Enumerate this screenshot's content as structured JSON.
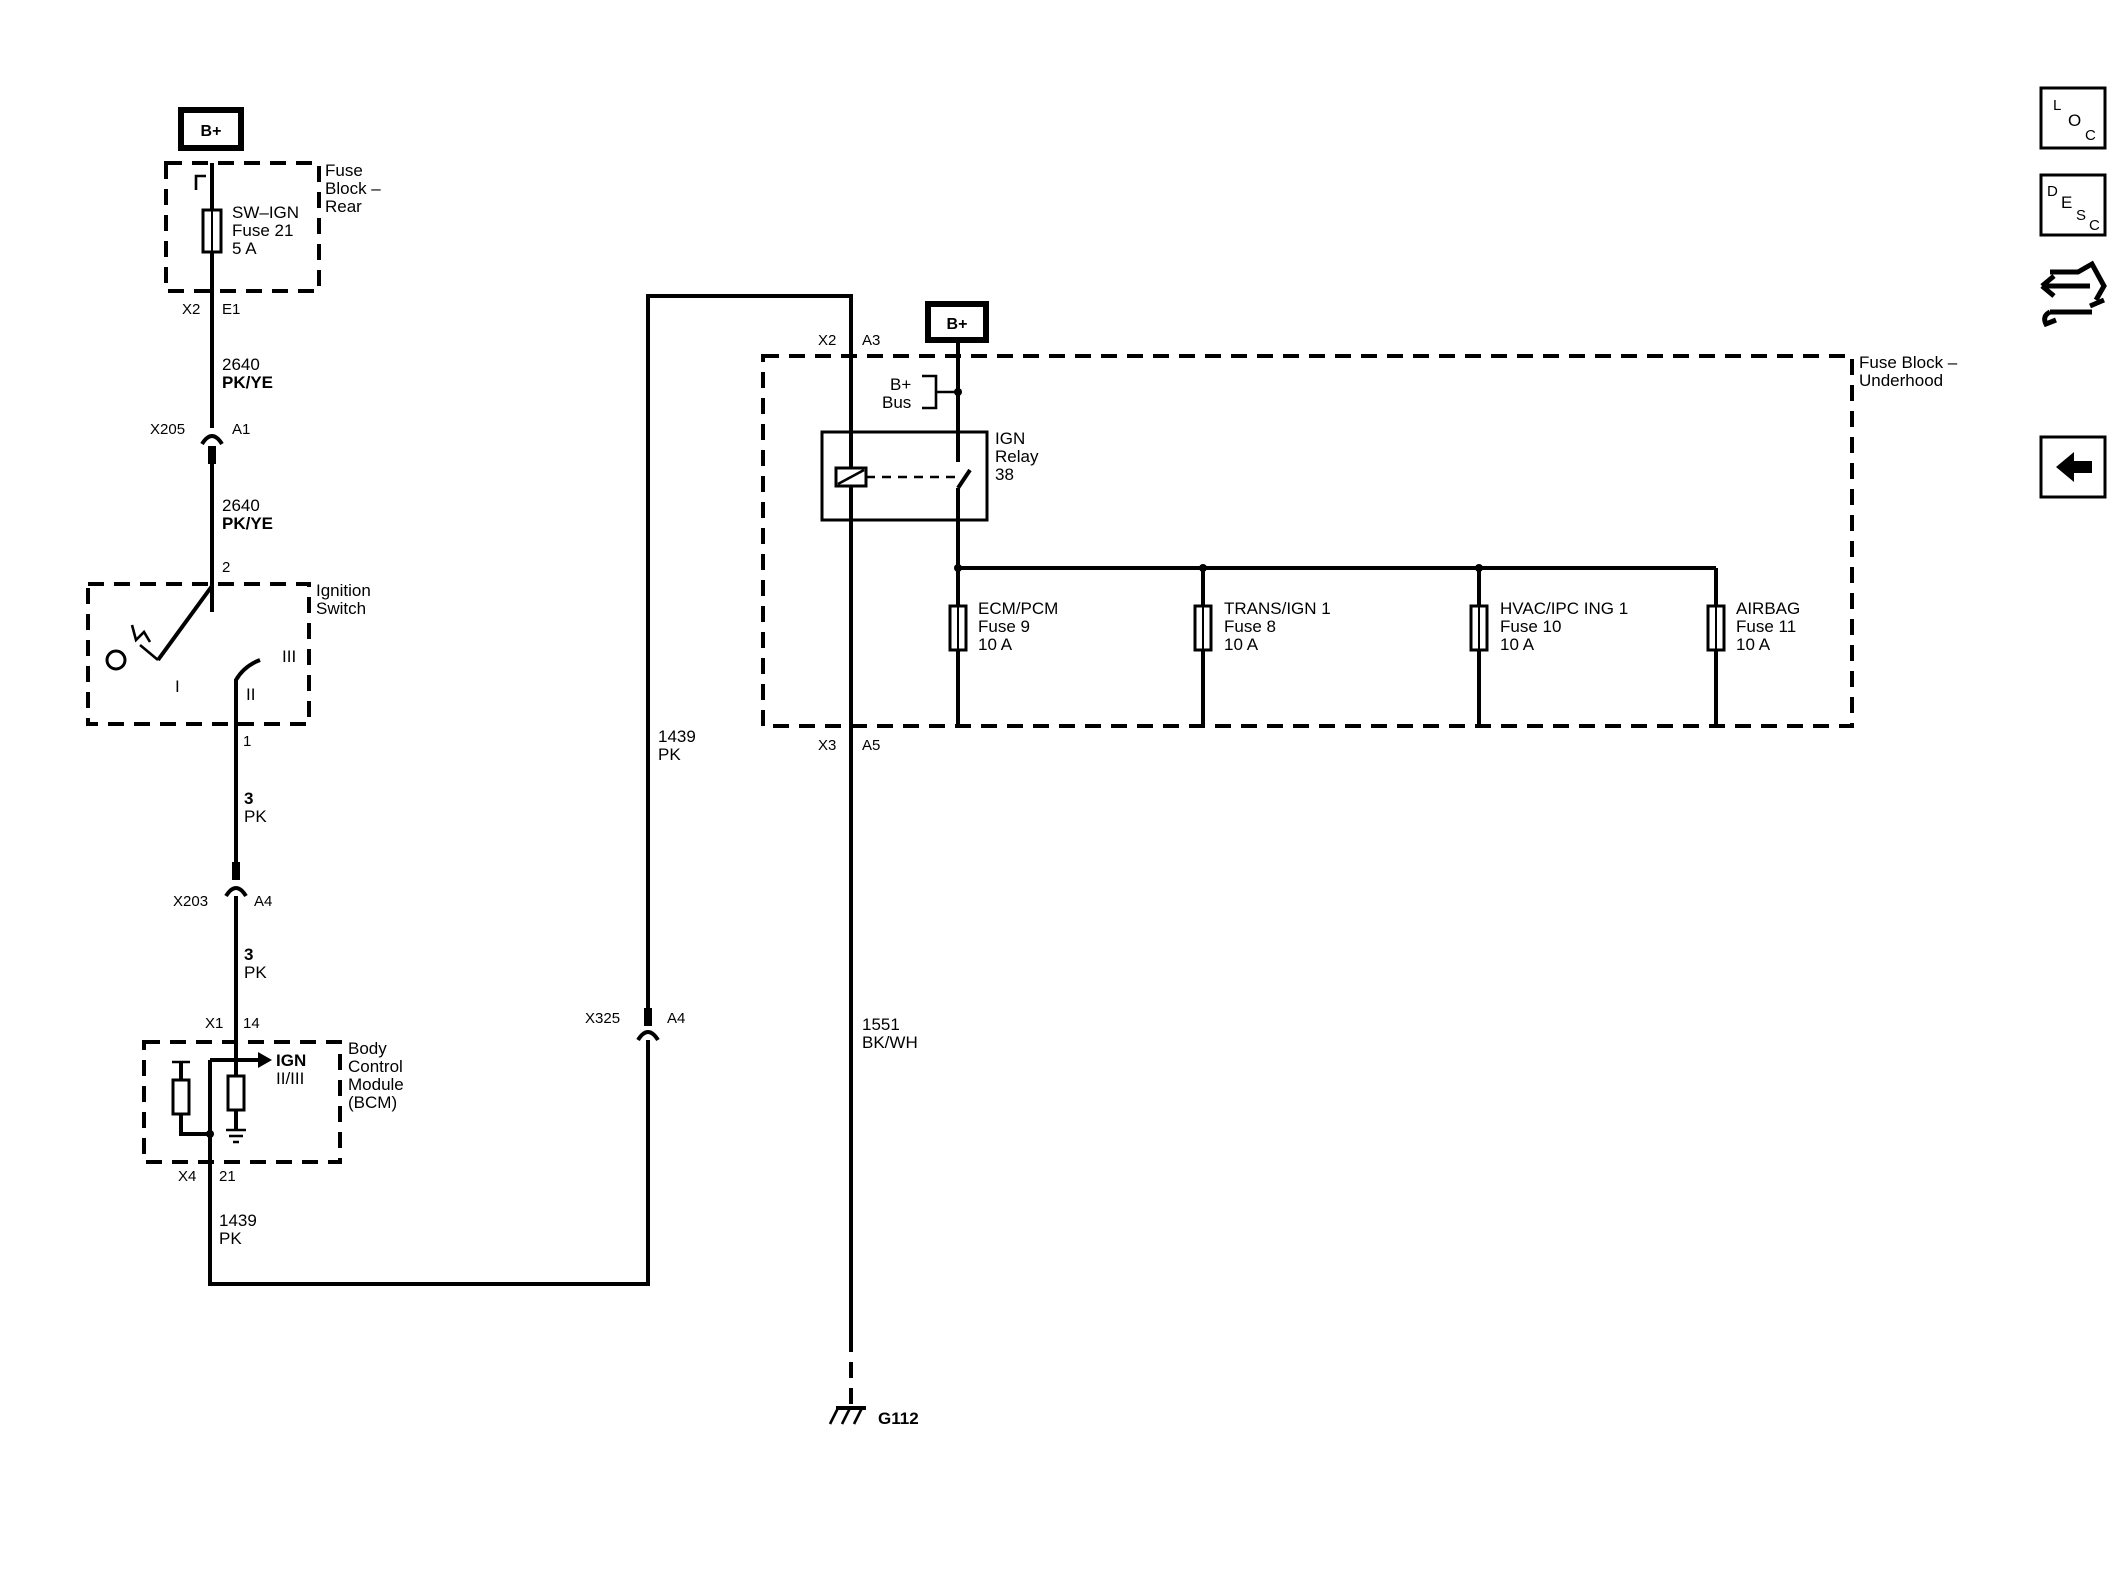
{
  "power_tags": {
    "left": "B+",
    "right": "B+"
  },
  "fuse_block_rear": {
    "name": [
      "Fuse",
      "Block –",
      "Rear"
    ],
    "fuse": [
      "SW–IGN",
      "Fuse 21",
      "5 A"
    ],
    "conn_left": "X2",
    "conn_right": "E1"
  },
  "wire_2640_a": {
    "circuit": "2640",
    "color": "PK/YE"
  },
  "x205": {
    "connector": "X205",
    "pin": "A1"
  },
  "wire_2640_b": {
    "circuit": "2640",
    "color": "PK/YE"
  },
  "ignition_switch": {
    "name": [
      "Ignition",
      "Switch"
    ],
    "pin_top": "2",
    "pin_bottom": "1",
    "pos_1": "I",
    "pos_2": "II",
    "pos_3": "III"
  },
  "wire_3_a": {
    "circuit": "3",
    "color": "PK"
  },
  "x203": {
    "connector": "X203",
    "pin": "A4"
  },
  "wire_3_b": {
    "circuit": "3",
    "color": "PK"
  },
  "bcm": {
    "name": [
      "Body",
      "Control",
      "Module",
      "(BCM)"
    ],
    "signal": [
      "IGN",
      "II/III"
    ],
    "conn_in": "X1",
    "pin_in": "14",
    "conn_out": "X4",
    "pin_out": "21"
  },
  "wire_1439_bottom": {
    "circuit": "1439",
    "color": "PK"
  },
  "x325": {
    "connector": "X325",
    "pin": "A4"
  },
  "wire_1439_right": {
    "circuit": "1439",
    "color": "PK"
  },
  "fuse_block_underhood": {
    "name": [
      "Fuse Block –",
      "Underhood"
    ],
    "conn_top": "X2",
    "pin_top": "A3",
    "conn_bottom": "X3",
    "pin_bottom": "A5",
    "bus": [
      "B+",
      "Bus"
    ],
    "relay": [
      "IGN",
      "Relay",
      "38"
    ],
    "fuses": [
      {
        "name": "ECM/PCM",
        "fuse": "Fuse 9",
        "rating": "10 A"
      },
      {
        "name": "TRANS/IGN 1",
        "fuse": "Fuse 8",
        "rating": "10 A"
      },
      {
        "name": "HVAC/IPC ING 1",
        "fuse": "Fuse 10",
        "rating": "10 A"
      },
      {
        "name": "AIRBAG",
        "fuse": "Fuse 11",
        "rating": "10 A"
      }
    ]
  },
  "wire_1551": {
    "circuit": "1551",
    "color": "BK/WH"
  },
  "ground": {
    "label": "G112"
  },
  "toolbar": [
    {
      "icon": "location-icon",
      "chars": [
        "L",
        "O",
        "C"
      ]
    },
    {
      "icon": "description-icon",
      "chars": [
        "D",
        "E",
        "S",
        "C"
      ]
    },
    {
      "icon": "connector-tool-icon"
    },
    {
      "icon": "back-arrow-icon"
    }
  ]
}
